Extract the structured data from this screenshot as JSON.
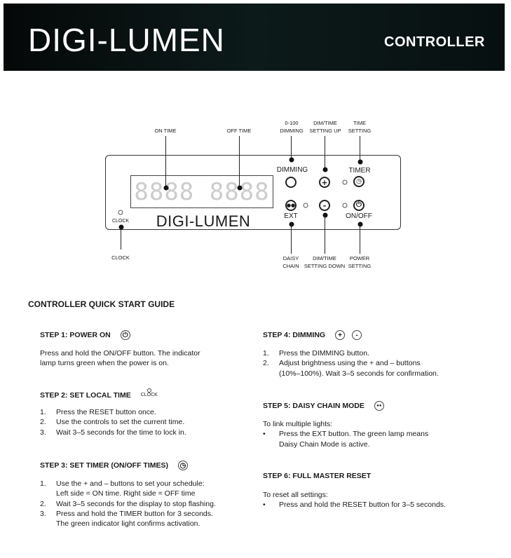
{
  "header": {
    "brand": "DIGI-LUMEN",
    "subtitle": "CONTROLLER"
  },
  "diagram": {
    "callouts": {
      "on_time": "ON TIME",
      "off_time": "OFF TIME",
      "dimming_range": "0-100\nDIMMING",
      "dim_up": "DIM/TIME\nSETTING UP",
      "time_setting": "TIME\nSETTING",
      "clock": "CLOCK",
      "daisy_chain": "DAISY\nCHAIN",
      "dim_down": "DIM/TIME\nSETTING DOWN",
      "power_setting": "POWER\nSETTING"
    },
    "panel": {
      "display": "8888 8888",
      "logo": "DIGI-LUMEN",
      "dimming": "DIMMING",
      "timer": "TIMER",
      "ext": "EXT",
      "onoff": "ON/OFF",
      "clock": "CLOCK",
      "plus": "+",
      "minus": "-"
    }
  },
  "guide": {
    "title": "CONTROLLER QUICK START GUIDE",
    "steps": [
      {
        "heading": "STEP 1: POWER ON",
        "icon": "power-icon",
        "body": [
          "Press and hold the ON/OFF button. The indicator",
          "lamp turns green when the power is on."
        ]
      },
      {
        "heading": "STEP 2: SET LOCAL TIME",
        "icon": "clock-lamp-icon",
        "icon_label": "CLOCK",
        "items": [
          "Press the RESET button once.",
          "Use the controls to set the current time.",
          "Wait 3–5 seconds for the time to lock in."
        ]
      },
      {
        "heading": "STEP 3: SET TIMER (ON/OFF TIMES)",
        "icon": "timer-icon",
        "items": [
          [
            "Use the + and – buttons to set your schedule:",
            "Left side = ON time. Right side = OFF time"
          ],
          [
            "Wait 3–5 seconds for the display to stop flashing."
          ],
          [
            "Press and hold the TIMER button for 3 seconds.",
            "The green indicator light confirms activation."
          ]
        ]
      },
      {
        "heading": "STEP 4: DIMMING",
        "icon": "plus-minus-icons",
        "items": [
          [
            "Press the DIMMING button."
          ],
          [
            "Adjust brightness using the + and – buttons",
            "(10%–100%). Wait 3–5 seconds for confirmation."
          ]
        ]
      },
      {
        "heading": "STEP 5: DAISY CHAIN MODE",
        "icon": "daisy-chain-icon",
        "intro": "To link multiple lights:",
        "bullets": [
          [
            "Press the EXT button. The green lamp means",
            "Daisy Chain Mode is active."
          ]
        ]
      },
      {
        "heading": "STEP 6: FULL MASTER RESET",
        "intro": "To reset all settings:",
        "bullets": [
          [
            "Press and hold the RESET button for 3–5 seconds."
          ]
        ]
      }
    ]
  }
}
